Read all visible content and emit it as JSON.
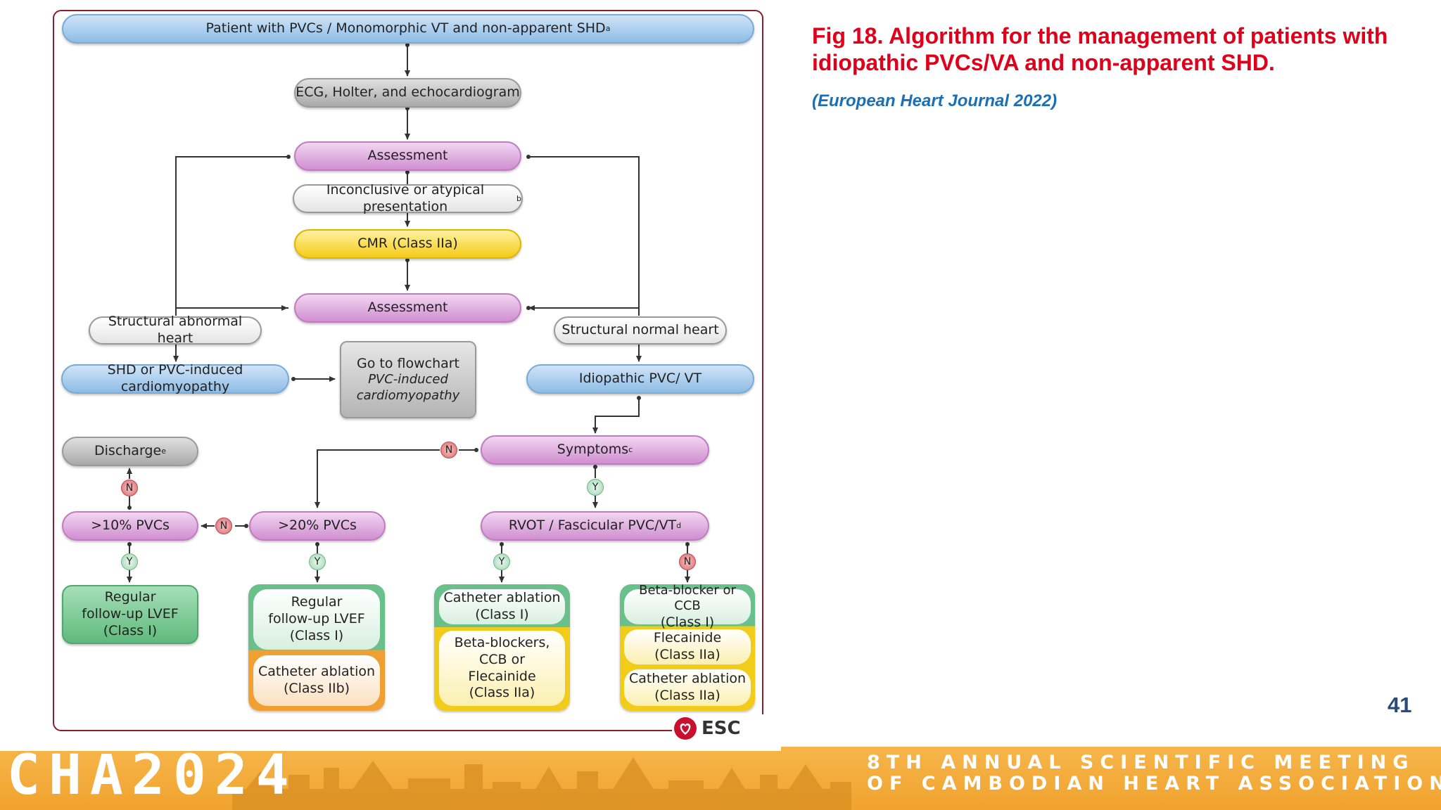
{
  "slide": {
    "title": "Fig 18. Algorithm for the management of patients with idiopathic PVCs/VA and non-apparent SHD.",
    "subtitle": "(European Heart Journal 2022)",
    "page_number": "41"
  },
  "flowchart": {
    "top": "Patient with PVCs / Monomorphic VT and non-apparent SHD",
    "top_sup": "a",
    "ecg": "ECG, Holter, and echocardiogram",
    "assessment_1": "Assessment",
    "inconclusive": "Inconclusive or atypical presentation",
    "inconclusive_sup": "b",
    "cmr": "CMR (Class IIa)",
    "assessment_2": "Assessment",
    "structural_abnormal": "Structural abnormal heart",
    "structural_normal": "Structural normal heart",
    "shd_pvc": "SHD or PVC-induced cardiomyopathy",
    "goto_line1": "Go to flowchart",
    "goto_line2": "PVC-induced",
    "goto_line3": "cardiomyopathy",
    "idiopathic": "Idiopathic PVC/ VT",
    "symptoms": "Symptoms",
    "symptoms_sup": "c",
    "discharge": "Discharge",
    "discharge_sup": "e",
    "pvc10": ">10% PVCs",
    "pvc20": ">20% PVCs",
    "rvot": "RVOT / Fascicular PVC/VT",
    "rvot_sup": "d",
    "regular_green_l1": "Regular",
    "regular_green_l2": "follow-up LVEF",
    "regular_green_l3": "(Class I)",
    "regular_l1": "Regular",
    "regular_l2": "follow-up LVEF",
    "regular_l3": "(Class I)",
    "ablation_iib_l1": "Catheter ablation",
    "ablation_iib_l2": "(Class IIb)",
    "ablation_i_l1": "Catheter ablation",
    "ablation_i_l2": "(Class I)",
    "betablockers_l1": "Beta-blockers,",
    "betablockers_l2": "CCB or",
    "betablockers_l3": "Flecainide",
    "betablockers_l4": "(Class IIa)",
    "betablocker_ccb_l1": "Beta-blocker or CCB",
    "betablocker_ccb_l2": "(Class I)",
    "flecainide_l1": "Flecainide",
    "flecainide_l2": "(Class IIa)",
    "ablation_iia_l1": "Catheter ablation",
    "ablation_iia_l2": "(Class IIa)",
    "badge_no": "N",
    "badge_yes": "Y",
    "esc_logo": "ESC"
  },
  "footer": {
    "event": "CHA2024",
    "line1": "8TH ANNUAL SCIENTIFIC MEETING",
    "line2": "OF CAMBODIAN HEART ASSOCIATION"
  },
  "colors": {
    "title": "#e0001a",
    "subtitle": "#1b6fb5",
    "frame": "#8e1c2a",
    "footer": "#f0a32e"
  }
}
